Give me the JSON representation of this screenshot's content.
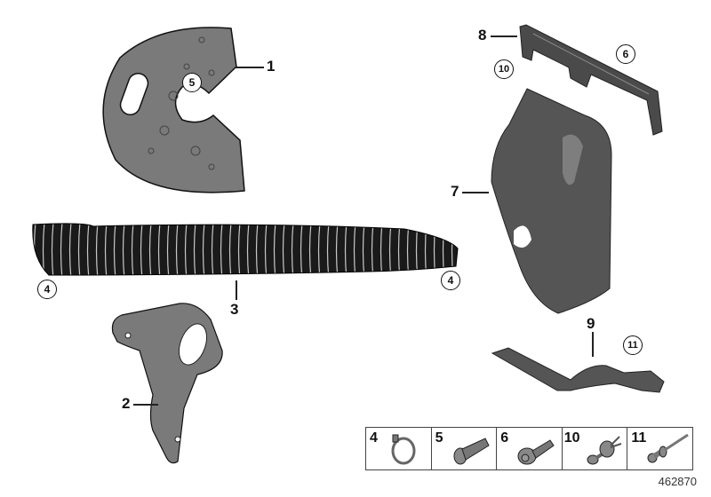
{
  "diagram": {
    "id": "462870",
    "callouts": [
      {
        "num": "1",
        "part": "heat shield plate"
      },
      {
        "num": "2",
        "part": "hose bracket"
      },
      {
        "num": "3",
        "part": "corrugated air duct hose"
      },
      {
        "num": "7",
        "part": "air duct housing"
      },
      {
        "num": "8",
        "part": "mounting rail bracket"
      },
      {
        "num": "9",
        "part": "support bracket"
      }
    ],
    "circled_refs": {
      "plate_ref": "5",
      "hose_left_ref": "4",
      "hose_right_ref": "4",
      "rail_left_ref": "10",
      "rail_right_ref": "6",
      "bracket_ref": "11"
    },
    "legend": [
      {
        "num": "4",
        "icon": "hose-clamp-icon"
      },
      {
        "num": "5",
        "icon": "countersunk-screw-icon"
      },
      {
        "num": "6",
        "icon": "collar-screw-icon"
      },
      {
        "num": "10",
        "icon": "expanding-rivet-icon"
      },
      {
        "num": "11",
        "icon": "blind-rivet-icon"
      }
    ],
    "colors": {
      "part_fill": "#7a7a7a",
      "dark_part": "#3c3c3c",
      "hose": "#1a1a1a",
      "hose_stripe": "#c8c8c8",
      "outline": "#111111"
    }
  }
}
